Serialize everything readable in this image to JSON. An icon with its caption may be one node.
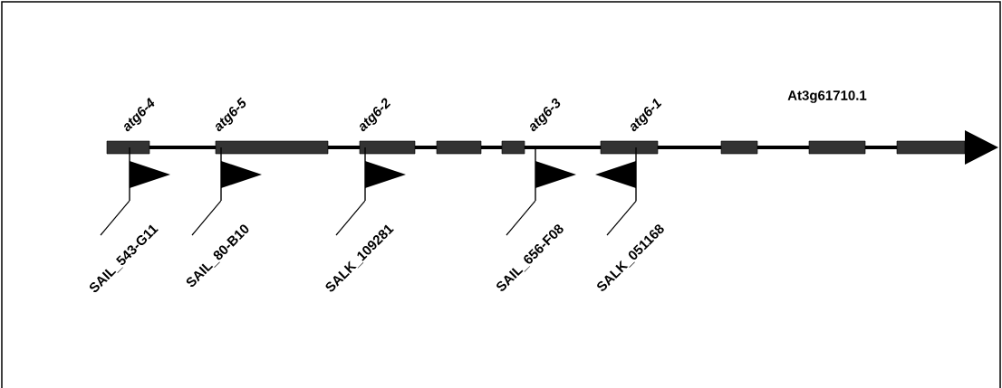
{
  "diagram": {
    "nodes": [
      {
        "text": [],
        "shape": "flag"
      },
      {
        "text": [],
        "shape": "flag"
      },
      {
        "text": [],
        "shape": "flag"
      },
      {
        "text": [],
        "shape": "flag"
      },
      {
        "text": [],
        "shape": "flag"
      },
      {
        "text": [
          "SAIL_543-G11"
        ]
      },
      {
        "text": [
          "SAIL_80-B10"
        ]
      },
      {
        "text": [
          "SALK_109281"
        ]
      },
      {
        "text": [
          "SAIL_656-F08"
        ]
      },
      {
        "text": [
          "SALK_051168"
        ]
      }
    ],
    "edges": [
      {
        "from": 5,
        "to": 0,
        "arrow": "none"
      },
      {
        "from": 6,
        "to": 1,
        "arrow": "none"
      },
      {
        "from": 7,
        "to": 2,
        "arrow": "none"
      },
      {
        "from": 8,
        "to": 3,
        "arrow": "none"
      },
      {
        "from": 9,
        "to": 4,
        "arrow": "none"
      }
    ],
    "labels": [
      "atg6-4",
      "atg6-5",
      "atg6-2",
      "atg6-3",
      "atg6-1",
      "At3g61710.1"
    ]
  }
}
